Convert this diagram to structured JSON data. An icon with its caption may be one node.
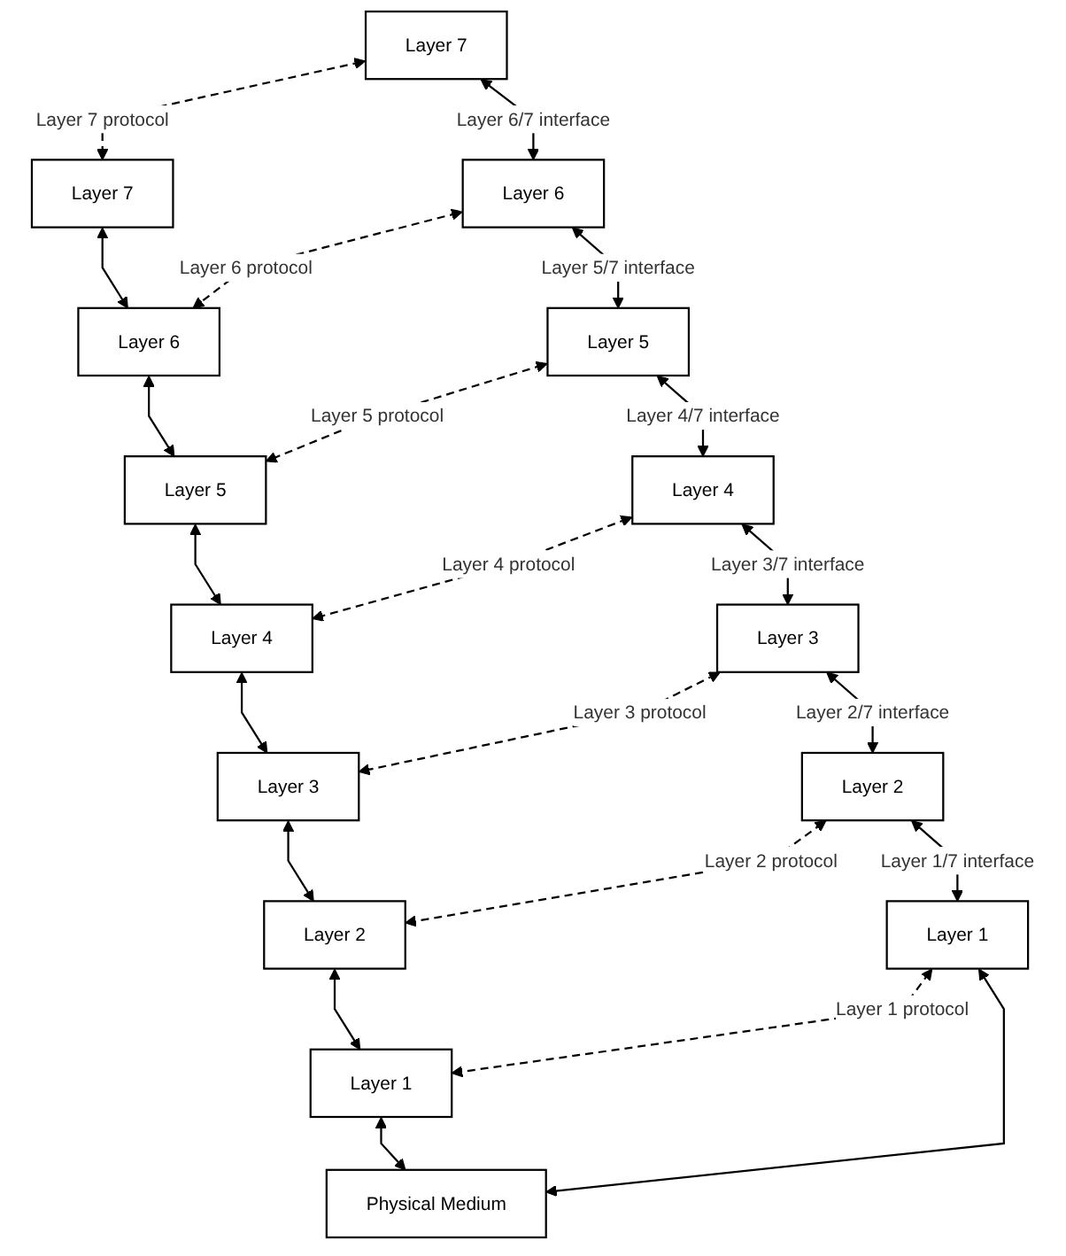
{
  "diagram": {
    "nodes": [
      {
        "text": [
          "Layer 7"
        ]
      },
      {
        "text": [
          "Layer 7"
        ]
      },
      {
        "text": [
          "Layer 6"
        ]
      },
      {
        "text": [
          "Layer 6"
        ]
      },
      {
        "text": [
          "Layer 5"
        ]
      },
      {
        "text": [
          "Layer 5"
        ]
      },
      {
        "text": [
          "Layer 4"
        ]
      },
      {
        "text": [
          "Layer 4"
        ]
      },
      {
        "text": [
          "Layer 3"
        ]
      },
      {
        "text": [
          "Layer 3"
        ]
      },
      {
        "text": [
          "Layer 2"
        ]
      },
      {
        "text": [
          "Layer 2"
        ]
      },
      {
        "text": [
          "Layer 1"
        ]
      },
      {
        "text": [
          "Layer 1"
        ]
      },
      {
        "text": [
          "Physical Medium"
        ]
      }
    ],
    "edges": [
      {
        "from": 0,
        "to": 1,
        "arrow": "both",
        "style": "dashed",
        "label": "Layer 7 protocol"
      },
      {
        "from": 0,
        "to": 2,
        "arrow": "both",
        "label": "Layer 6/7 interface"
      },
      {
        "from": 1,
        "to": 3,
        "arrow": "both"
      },
      {
        "from": 2,
        "to": 3,
        "arrow": "both",
        "style": "dashed",
        "label": "Layer 6 protocol"
      },
      {
        "from": 2,
        "to": 4,
        "arrow": "both",
        "label": "Layer 5/7 interface"
      },
      {
        "from": 3,
        "to": 5,
        "arrow": "both"
      },
      {
        "from": 4,
        "to": 5,
        "arrow": "both",
        "style": "dashed",
        "label": "Layer 5 protocol"
      },
      {
        "from": 4,
        "to": 6,
        "arrow": "both",
        "label": "Layer 4/7 interface"
      },
      {
        "from": 5,
        "to": 7,
        "arrow": "both"
      },
      {
        "from": 6,
        "to": 7,
        "arrow": "both",
        "style": "dashed",
        "label": "Layer 4 protocol"
      },
      {
        "from": 6,
        "to": 8,
        "arrow": "both",
        "label": "Layer 3/7 interface"
      },
      {
        "from": 7,
        "to": 9,
        "arrow": "both"
      },
      {
        "from": 8,
        "to": 9,
        "arrow": "both",
        "style": "dashed",
        "label": "Layer 3 protocol"
      },
      {
        "from": 8,
        "to": 10,
        "arrow": "both",
        "label": "Layer 2/7 interface"
      },
      {
        "from": 9,
        "to": 11,
        "arrow": "both"
      },
      {
        "from": 10,
        "to": 11,
        "arrow": "both",
        "style": "dashed",
        "label": "Layer 2 protocol"
      },
      {
        "from": 10,
        "to": 12,
        "arrow": "both",
        "label": "Layer 1/7 interface"
      },
      {
        "from": 11,
        "to": 13,
        "arrow": "both"
      },
      {
        "from": 12,
        "to": 13,
        "arrow": "both",
        "style": "dashed",
        "label": "Layer 1 protocol"
      },
      {
        "from": 12,
        "to": 14,
        "arrow": "both"
      },
      {
        "from": 13,
        "to": 14,
        "arrow": "both"
      }
    ]
  }
}
